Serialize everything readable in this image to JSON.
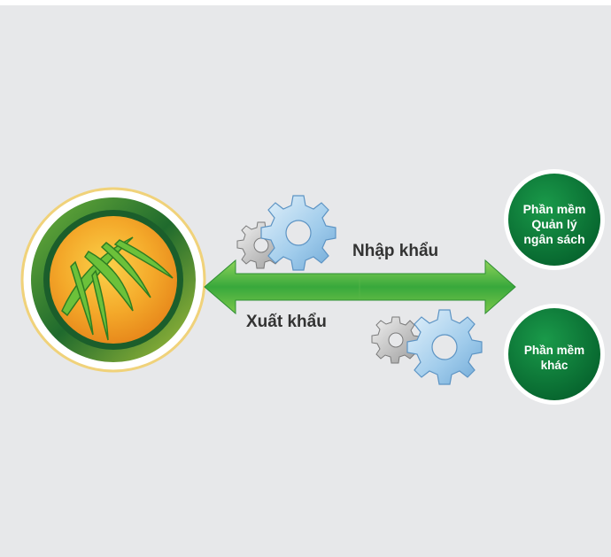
{
  "labels": {
    "import": "Nhập khẩu",
    "export": "Xuất khẩu"
  },
  "targets": [
    {
      "lines": [
        "Phần mềm",
        "Quản lý",
        "ngân sách"
      ]
    },
    {
      "lines": [
        "Phần mềm",
        "khác"
      ]
    }
  ],
  "icons": {
    "logo": "bamboo-leaves-logo",
    "gears_top": "gears-icon",
    "gears_bottom": "gears-icon",
    "arrow": "double-headed-arrow"
  },
  "colors": {
    "background": "#e7e8ea",
    "arrow_green": "#3aa83a",
    "circle_green": "#0e7b3c",
    "logo_gold": "#f2a623",
    "logo_ring_dark": "#1b5e2b"
  }
}
